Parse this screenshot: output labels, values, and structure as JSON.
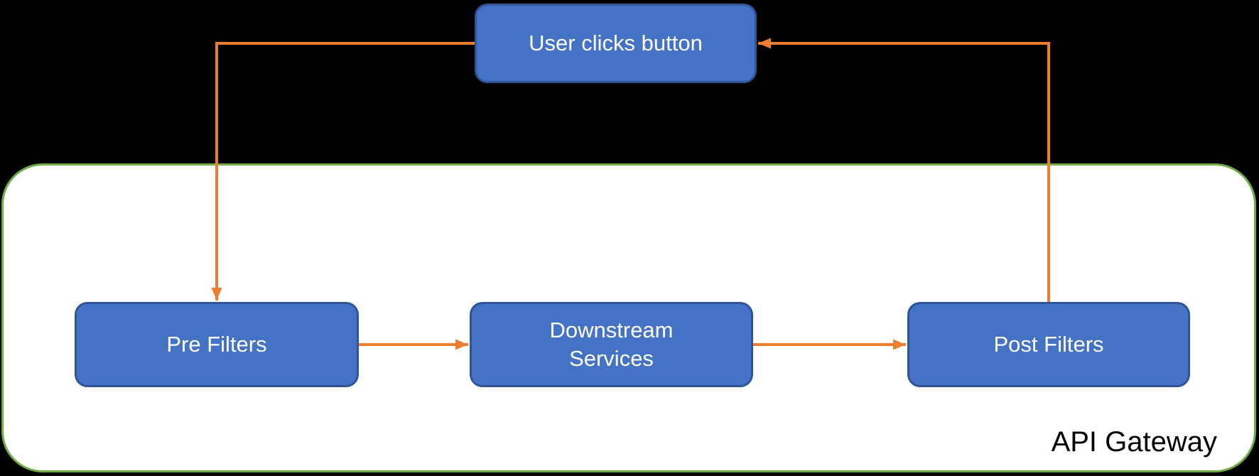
{
  "diagram": {
    "nodes": {
      "user_button": {
        "label": "User clicks button"
      },
      "pre_filters": {
        "label": "Pre Filters"
      },
      "downstream_services": {
        "label": "Downstream Services"
      },
      "post_filters": {
        "label": "Post Filters"
      }
    },
    "container": {
      "label": "API Gateway"
    },
    "arrows": [
      {
        "name": "user-to-pre-filters",
        "from": "User clicks button",
        "to": "Pre Filters"
      },
      {
        "name": "pre-filters-to-downstream",
        "from": "Pre Filters",
        "to": "Downstream Services"
      },
      {
        "name": "downstream-to-post-filters",
        "from": "Downstream Services",
        "to": "Post Filters"
      },
      {
        "name": "post-filters-to-user",
        "from": "Post Filters",
        "to": "User clicks button"
      }
    ],
    "colors": {
      "background": "#000000",
      "node_fill": "#4472C4",
      "node_border": "#2F5597",
      "node_text": "#FFFFFF",
      "arrow": "#ED7D31",
      "container_fill": "#FFFFFF",
      "container_border": "#70AD47",
      "container_label_color": "#000000"
    }
  }
}
